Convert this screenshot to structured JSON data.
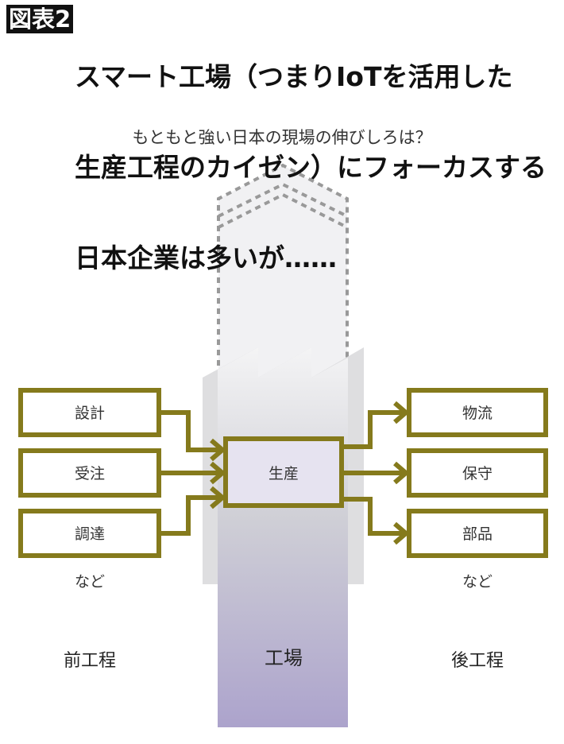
{
  "header": {
    "badge": "図表2",
    "title_lines": [
      "スマート工場（つまりIoTを活用した",
      "生産工程のカイゼン）にフォーカスする",
      "日本企業は多いが……"
    ]
  },
  "subtitle": "もともと強い日本の現場の伸びしろは？",
  "diagram": {
    "upstream": {
      "items": [
        "設計",
        "受注",
        "調達"
      ],
      "etc": "など",
      "label": "前工程"
    },
    "center": {
      "box": "生産",
      "label": "工場"
    },
    "downstream": {
      "items": [
        "物流",
        "保守",
        "部品"
      ],
      "etc": "など",
      "label": "後工程"
    },
    "colors": {
      "olive": "#857a1c",
      "column": "#b3abd0",
      "dash": "#999999"
    }
  }
}
